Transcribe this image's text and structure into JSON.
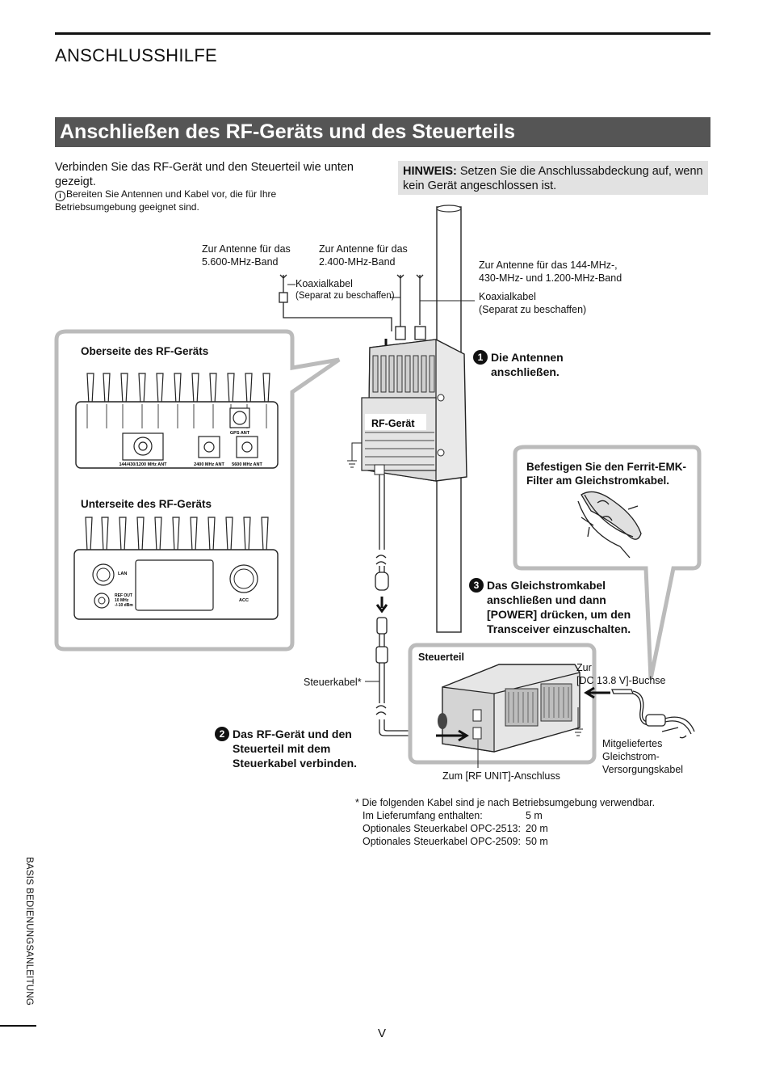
{
  "header": {
    "running_title": "ANSCHLUSSHILFE"
  },
  "section": {
    "title": "Anschließen des RF-Geräts und des Steuerteils"
  },
  "intro": {
    "text": "Verbinden Sie das RF-Gerät und den Steuerteil wie unten gezeigt.",
    "note": "Bereiten Sie Antennen und Kabel vor, die für Ihre Betriebsumgebung geeignet sind."
  },
  "hinweis": {
    "label": "HINWEIS:",
    "text": "Setzen Sie die Anschlussabdeckung auf, wenn kein Gerät angeschlossen ist."
  },
  "labels": {
    "ant_5600_line1": "Zur Antenne für das",
    "ant_5600_line2": "5.600-MHz-Band",
    "ant_2400_line1": "Zur Antenne für das",
    "ant_2400_line2": "2.400-MHz-Band",
    "ant_144_line1": "Zur Antenne für das 144-MHz-,",
    "ant_144_line2": "430-MHz- und 1.200-MHz-Band",
    "coax_left_1": "Koaxialkabel",
    "coax_left_2": "(Separat zu beschaffen)",
    "coax_right_1": "Koaxialkabel",
    "coax_right_2": "(Separat zu beschaffen)",
    "rf_top": "Oberseite des RF-Geräts",
    "rf_bottom": "Unterseite des RF-Geräts",
    "rf_unit": "RF-Gerät",
    "ferrite_1": "Befestigen Sie den Ferrit-EMK-",
    "ferrite_2": "Filter am Gleichstromkabel.",
    "steuerteil": "Steuerteil",
    "steuerkabel": "Steuerkabel*",
    "dc_jack_1": "Zur",
    "dc_jack_2": "[DC 13.8 V]-Buchse",
    "rf_unit_port": "Zum [RF UNIT]-Anschluss",
    "dc_cable_1": "Mitgeliefertes",
    "dc_cable_2": "Gleichstrom-",
    "dc_cable_3": "Versorgungskabel"
  },
  "panel_labels": {
    "gps_ant": "GPS ANT",
    "ant_144": "144/430/1200 MHz ANT",
    "ant_2400": "2400 MHz ANT",
    "ant_5600": "5600 MHz ANT",
    "lan": "LAN",
    "ref_out_1": "REF OUT",
    "ref_out_2": "10 MHz",
    "ref_out_3": "-/-10 dBm",
    "acc": "ACC"
  },
  "steps": [
    {
      "num": "1",
      "line1": "Die Antennen",
      "line2": "anschließen."
    },
    {
      "num": "2",
      "line1": "Das RF-Gerät und den",
      "line2": "Steuerteil mit dem",
      "line3": "Steuerkabel verbinden."
    },
    {
      "num": "3",
      "line1": "Das Gleichstromkabel",
      "line2": "anschließen und dann",
      "line3": "[POWER] drücken, um den",
      "line4": "Transceiver einzuschalten."
    }
  ],
  "footnote": {
    "line1": "* Die folgenden Kabel sind je nach Betriebsumgebung verwendbar.",
    "rows": [
      {
        "name": "Im Lieferumfang enthalten:",
        "length": "5 m"
      },
      {
        "name": "Optionales Steuerkabel OPC-2513:",
        "length": "20 m"
      },
      {
        "name": "Optionales Steuerkabel OPC-2509:",
        "length": "50 m"
      }
    ]
  },
  "sidebar": {
    "label": "BASIS BEDIENUNGSANLEITUNG"
  },
  "page": {
    "number": "V"
  }
}
